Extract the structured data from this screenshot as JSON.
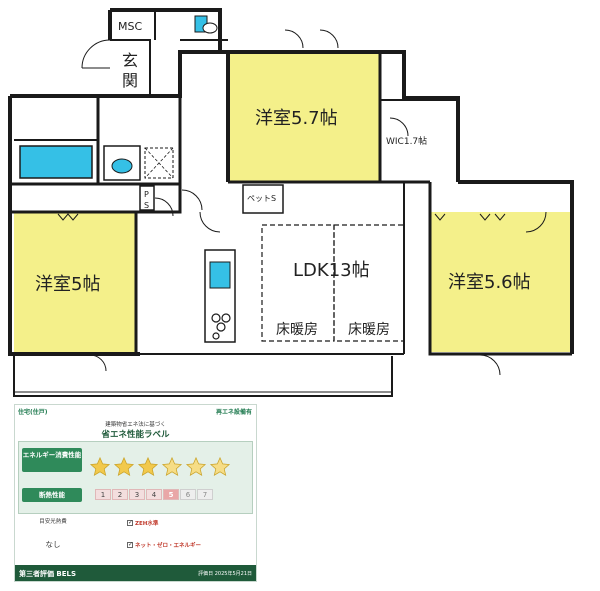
{
  "rooms": {
    "msc": "MSC",
    "entrance": "玄関",
    "western_57": "洋室5.7帖",
    "wic": "WIC1.7帖",
    "western_5": "洋室5帖",
    "western_56": "洋室5.6帖",
    "ldk": "LDK13帖",
    "floor_heat_1": "床暖房",
    "floor_heat_2": "床暖房",
    "pet_s": "ペットS",
    "ps": "PS"
  },
  "colors": {
    "room_yellow": "#f4f08a",
    "wall": "#1a1a1a",
    "water_blue": "#35c0e6",
    "bels_green": "#2f8a5a"
  },
  "bels": {
    "kind": "住宅(住戸)",
    "badge": "再エネ設備有",
    "subtitle": "建築物省エネ法に基づく",
    "title": "省エネ性能ラベル",
    "energy_label": "エネルギー消費性能",
    "insulation_label": "断熱性能",
    "energy_stars": 6,
    "insulation_grades": [
      "1",
      "2",
      "3",
      "4",
      "5",
      "6",
      "7"
    ],
    "insulation_level": 5,
    "cost_label": "目安光熱費",
    "cost_value": "なし",
    "zeh_title": "ZEH水準",
    "net_zero_title": "ネット・ゼロ・エネルギー",
    "brand": "第三者評価 BELS",
    "date": "評価日 2025年5月21日"
  }
}
